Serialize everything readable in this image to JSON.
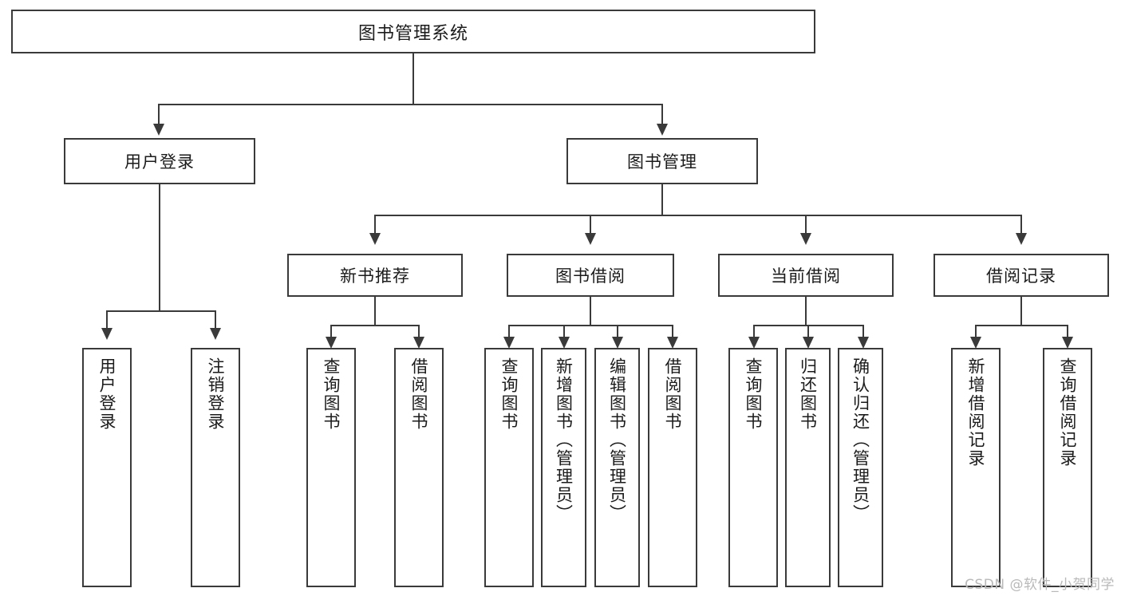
{
  "diagram": {
    "type": "tree-hierarchy",
    "title": "图书管理系统",
    "watermark": "CSDN @软件_小贺同学",
    "colors": {
      "stroke": "#3a3a3a",
      "fill": "#ffffff",
      "text": "#1b1b1b",
      "watermark": "#b9b9b9"
    },
    "root": {
      "label": "图书管理系统"
    },
    "level2": [
      {
        "label": "用户登录"
      },
      {
        "label": "图书管理"
      }
    ],
    "level3": [
      {
        "label": "新书推荐"
      },
      {
        "label": "图书借阅"
      },
      {
        "label": "当前借阅"
      },
      {
        "label": "借阅记录"
      }
    ],
    "leaves": [
      {
        "label": "用户登录",
        "parent": "用户登录"
      },
      {
        "label": "注销登录",
        "parent": "用户登录"
      },
      {
        "label": "查询图书",
        "parent": "新书推荐"
      },
      {
        "label": "借阅图书",
        "parent": "新书推荐"
      },
      {
        "label": "查询图书",
        "parent": "图书借阅"
      },
      {
        "label": "新增图书（管理员）",
        "parent": "图书借阅"
      },
      {
        "label": "编辑图书（管理员）",
        "parent": "图书借阅"
      },
      {
        "label": "借阅图书",
        "parent": "图书借阅"
      },
      {
        "label": "查询图书",
        "parent": "当前借阅"
      },
      {
        "label": "归还图书",
        "parent": "当前借阅"
      },
      {
        "label": "确认归还（管理员）",
        "parent": "当前借阅"
      },
      {
        "label": "新增借阅记录",
        "parent": "借阅记录"
      },
      {
        "label": "查询借阅记录",
        "parent": "借阅记录"
      }
    ]
  }
}
